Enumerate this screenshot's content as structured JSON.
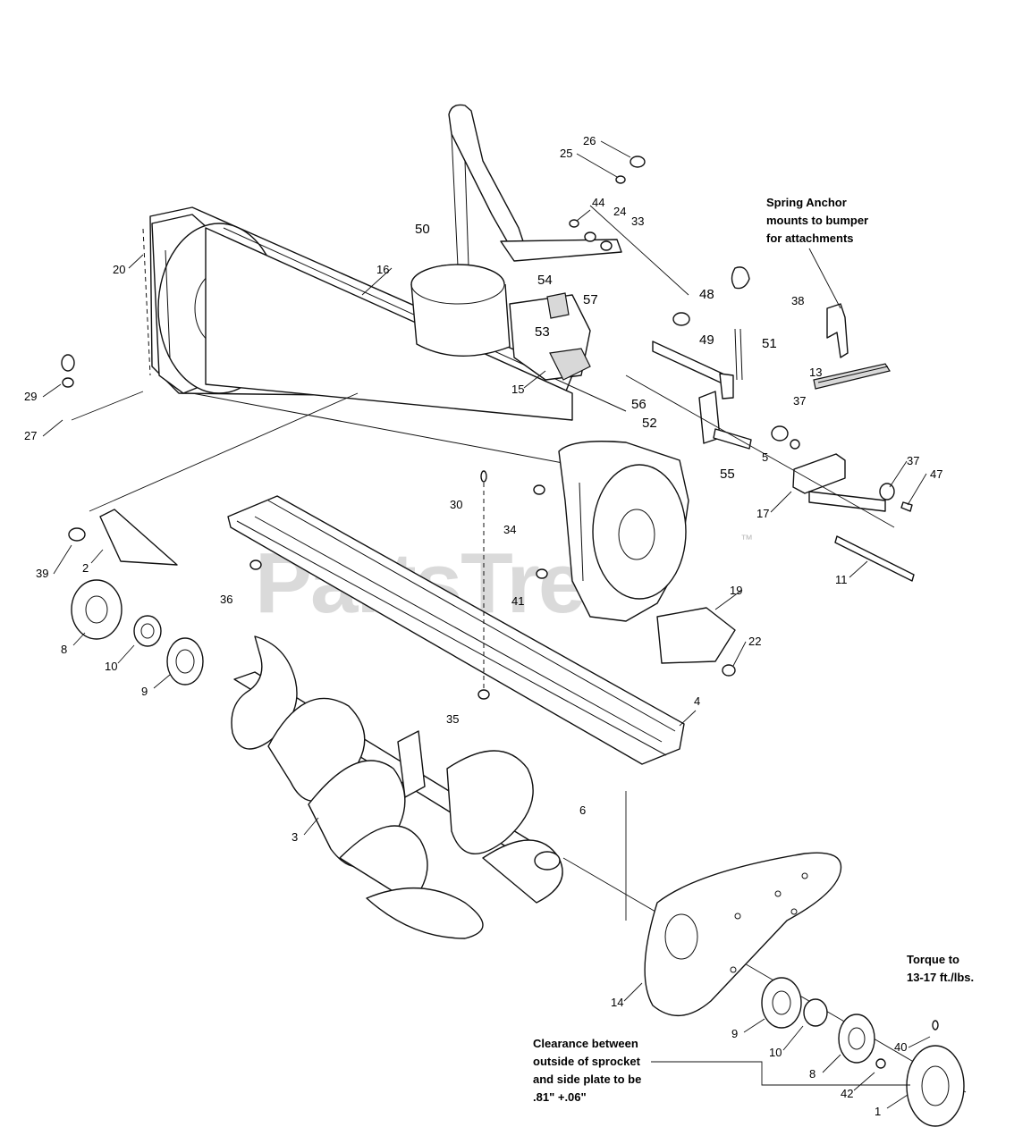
{
  "watermark": {
    "text": "PartsTree",
    "tm": "™"
  },
  "notes": {
    "spring_anchor": [
      "Spring Anchor",
      "mounts to bumper",
      "for attachments"
    ],
    "torque": [
      "Torque to",
      "13-17 ft./lbs."
    ],
    "clearance": [
      "Clearance between",
      "outside of sprocket",
      "and side plate to be",
      ".81\" +.06\""
    ]
  },
  "callouts": [
    {
      "label": "26"
    },
    {
      "label": "25"
    },
    {
      "label": "44"
    },
    {
      "label": "24"
    },
    {
      "label": "33"
    },
    {
      "label": "50"
    },
    {
      "label": "20"
    },
    {
      "label": "16"
    },
    {
      "label": "54"
    },
    {
      "label": "57"
    },
    {
      "label": "53"
    },
    {
      "label": "48"
    },
    {
      "label": "49"
    },
    {
      "label": "51"
    },
    {
      "label": "38"
    },
    {
      "label": "13"
    },
    {
      "label": "37"
    },
    {
      "label": "29"
    },
    {
      "label": "27"
    },
    {
      "label": "15"
    },
    {
      "label": "56"
    },
    {
      "label": "52"
    },
    {
      "label": "55"
    },
    {
      "label": "5"
    },
    {
      "label": "37"
    },
    {
      "label": "47"
    },
    {
      "label": "17"
    },
    {
      "label": "30"
    },
    {
      "label": "34"
    },
    {
      "label": "39"
    },
    {
      "label": "2"
    },
    {
      "label": "36"
    },
    {
      "label": "41"
    },
    {
      "label": "19"
    },
    {
      "label": "11"
    },
    {
      "label": "8"
    },
    {
      "label": "10"
    },
    {
      "label": "9"
    },
    {
      "label": "22"
    },
    {
      "label": "35"
    },
    {
      "label": "4"
    },
    {
      "label": "6"
    },
    {
      "label": "3"
    },
    {
      "label": "14"
    },
    {
      "label": "9"
    },
    {
      "label": "10"
    },
    {
      "label": "8"
    },
    {
      "label": "40"
    },
    {
      "label": "42"
    },
    {
      "label": "1"
    }
  ]
}
